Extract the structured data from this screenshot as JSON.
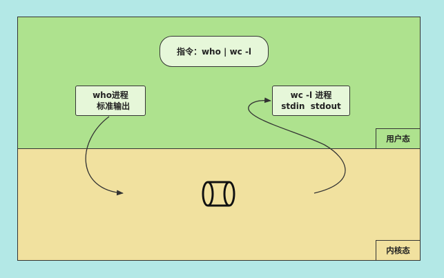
{
  "zones": {
    "user_space_label": "用户态",
    "kernel_space_label": "内核态"
  },
  "command": {
    "label": "指令：",
    "text": "who | wc -l"
  },
  "who_process": {
    "title": "who进程",
    "detail": "  标准输出"
  },
  "wc_process": {
    "title": "wc -l 进程",
    "detail": "stdin  stdout"
  },
  "colors": {
    "user_space": "#aee28e",
    "kernel_space": "#f1e19f",
    "box_fill": "#e6f7d9",
    "background": "#b3e8e6"
  }
}
